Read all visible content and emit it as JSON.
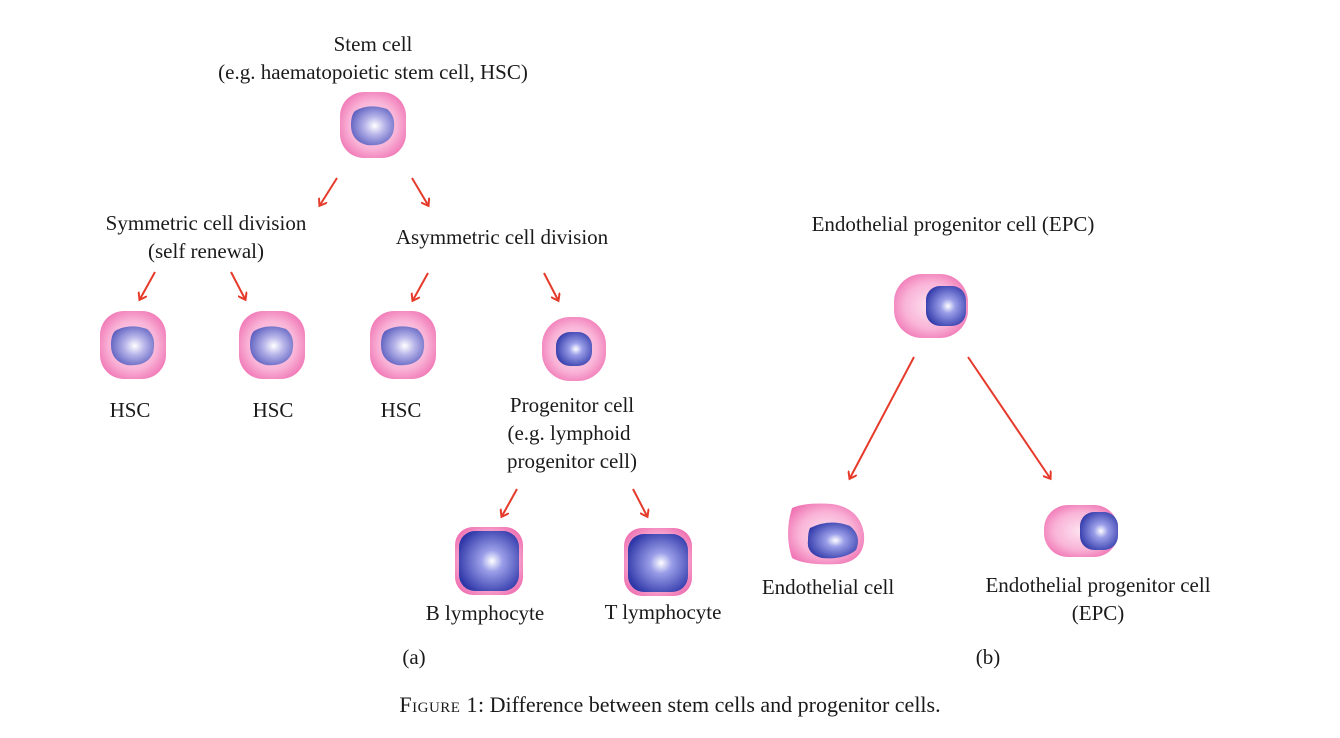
{
  "labels": {
    "stem_cell": "Stem cell",
    "stem_cell_example": "(e.g. haematopoietic stem cell, HSC)",
    "symmetric": "Symmetric cell division",
    "symmetric_sub": "(self renewal)",
    "asymmetric": "Asymmetric cell division",
    "hsc_1": "HSC",
    "hsc_2": "HSC",
    "hsc_3": "HSC",
    "progenitor_1": "Progenitor cell",
    "progenitor_2": "(e.g. lymphoid",
    "progenitor_3": "progenitor cell)",
    "b_lymphocyte": "B lymphocyte",
    "t_lymphocyte": "T lymphocyte",
    "panel_a": "(a)",
    "epc_title": "Endothelial progenitor cell (EPC)",
    "endothelial_cell": "Endothelial cell",
    "epc_child_1": "Endothelial progenitor cell",
    "epc_child_2": "(EPC)",
    "panel_b": "(b)"
  },
  "caption": {
    "prefix": "Figure 1",
    "text": ": Difference between stem cells and progenitor cells."
  },
  "colors": {
    "cytoplasm": "#f07ab8",
    "cytoplasm_light": "#fbd0e6",
    "nucleus": "#5a5cc0",
    "nucleus_light": "#e8e8f8",
    "arrow": "#e63a2a"
  }
}
